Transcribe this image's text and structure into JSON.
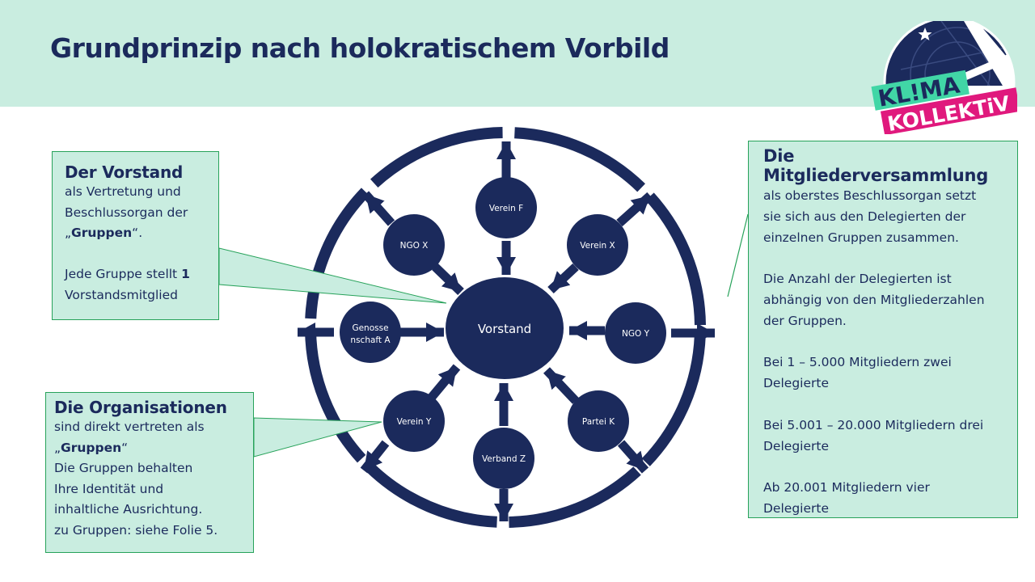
{
  "title": "Grundprinzip nach holokratischem Vorbild",
  "logo": {
    "line1": "KL!MA",
    "line2": "KOLLEKTiV"
  },
  "colors": {
    "navy": "#1b2a5c",
    "mint": "#c9ede0",
    "green_border": "#27a25a",
    "magenta": "#e0197d",
    "logo_mint": "#41d6a6"
  },
  "diagram": {
    "center": "Vorstand",
    "nodes": {
      "verein_f": "Verein F",
      "verein_x": "Verein X",
      "ngo_y": "NGO Y",
      "partei_k": "Partei K",
      "verband_z": "Verband Z",
      "verein_y": "Verein Y",
      "genossenschaft_a_line1": "Genosse",
      "genossenschaft_a_line2": "nschaft A",
      "ngo_x": "NGO X"
    }
  },
  "callouts": {
    "vorstand": {
      "heading": "Der Vorstand",
      "l1": "als Vertretung  und",
      "l2": "Beschlussorgan  der",
      "l3_pre": "„",
      "l3_bold": "Gruppen",
      "l3_post": "“.",
      "l4_pre": "Jede Gruppe  stellt  ",
      "l4_bold": "1",
      "l5": "Vorstandsmitglied"
    },
    "organisationen": {
      "heading": "Die Organisationen",
      "l1": "sind direkt  vertreten  als",
      "l2_pre": "„",
      "l2_bold": "Gruppen",
      "l2_post": "“",
      "l3": "Die Gruppen  behalten",
      "l4": "Ihre Identität und",
      "l5": "inhaltliche Ausrichtung.",
      "l6": "zu Gruppen:  siehe Folie 5."
    },
    "mitglieder": {
      "heading": "Die Mitgliederversammlung",
      "l1": "als oberstes  Beschlussorgan  setzt",
      "l2": "sie sich aus den Delegierten  der",
      "l3": "einzelnen Gruppen  zusammen.",
      "l4": "Die Anzahl der Delegierten  ist",
      "l5": "abhängig von den Mitgliederzahlen",
      "l6": "der Gruppen.",
      "l7": "Bei 1 – 5.000 Mitgliedern zwei",
      "l8": "Delegierte",
      "l9": "Bei 5.001 – 20.000 Mitgliedern drei",
      "l10": "Delegierte",
      "l11": "Ab 20.001 Mitgliedern vier",
      "l12": "Delegierte"
    }
  }
}
